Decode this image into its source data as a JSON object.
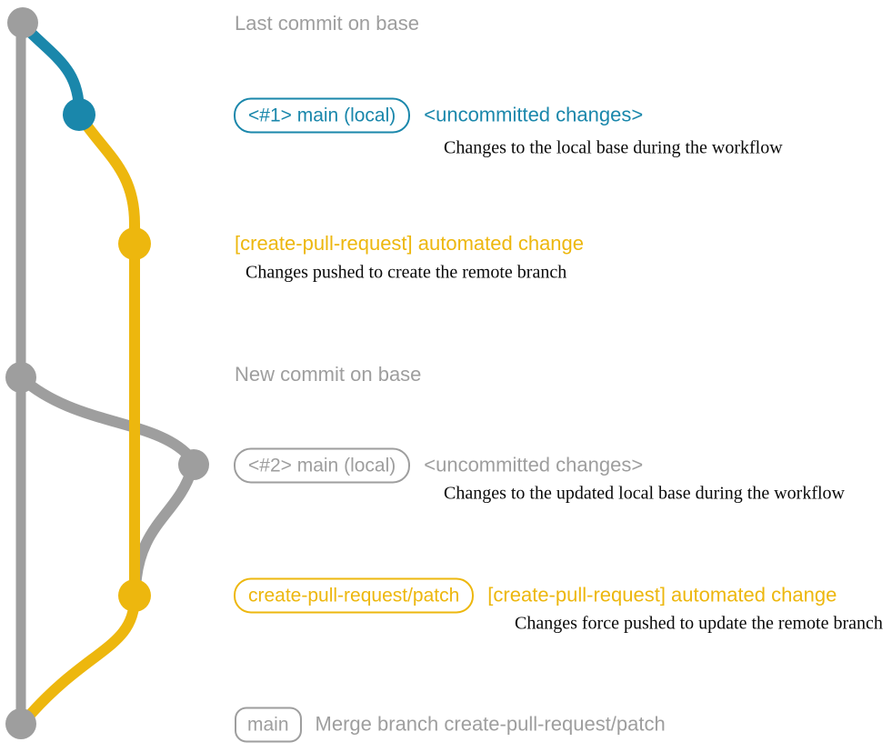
{
  "colors": {
    "gray": "#9e9e9e",
    "blue": "#1a87ab",
    "yellow": "#edb70e",
    "caption": "#0a0a0a",
    "background": "#ffffff"
  },
  "rows": {
    "last_commit": {
      "label": "Last commit on base"
    },
    "uncommitted_1": {
      "pill": "<#1> main (local)",
      "label": "<uncommitted changes>",
      "caption": "Changes to the local base during the workflow"
    },
    "automated_change_1": {
      "label": "[create-pull-request] automated change",
      "caption": "Changes pushed to create the remote branch"
    },
    "new_commit": {
      "label": "New commit on base"
    },
    "uncommitted_2": {
      "pill": "<#2> main (local)",
      "label": "<uncommitted changes>",
      "caption": "Changes to the updated local base during the workflow"
    },
    "automated_change_2": {
      "pill": "create-pull-request/patch",
      "label": "[create-pull-request] automated change",
      "caption": "Changes force pushed to update the remote branch"
    },
    "merge": {
      "pill": "main",
      "label": "Merge branch create-pull-request/patch"
    }
  }
}
